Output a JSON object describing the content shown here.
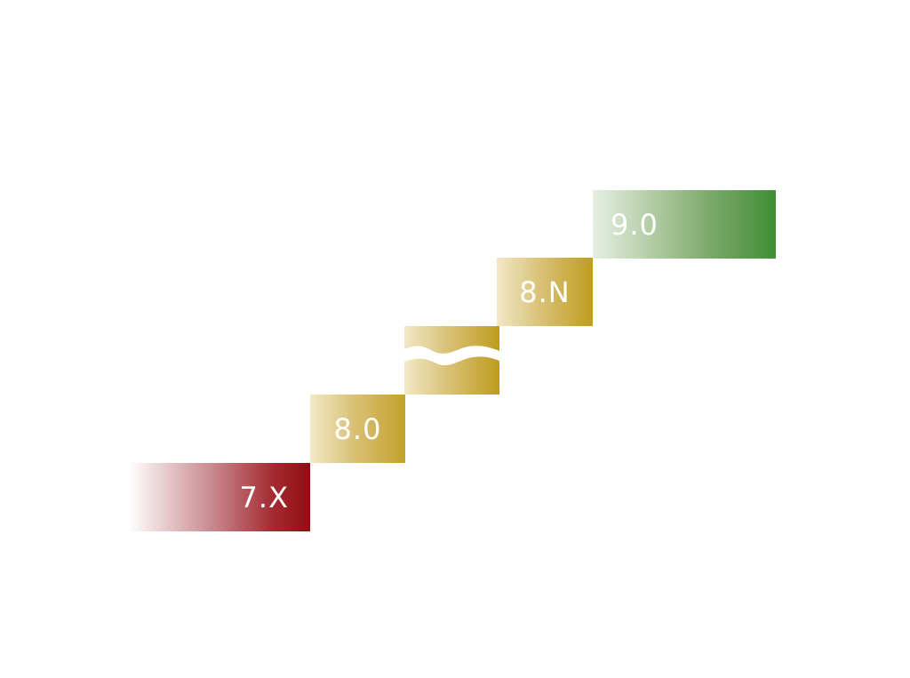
{
  "steps": [
    {
      "id": "7x",
      "label": "7.X",
      "color": "#8f0d12"
    },
    {
      "id": "80",
      "label": "8.0",
      "color": "#c2a12b"
    },
    {
      "id": "gap",
      "label": "",
      "color": "#bf9c1f"
    },
    {
      "id": "8n",
      "label": "8.N",
      "color": "#bf9c1f"
    },
    {
      "id": "90",
      "label": "9.0",
      "color": "#3f8f34"
    }
  ]
}
